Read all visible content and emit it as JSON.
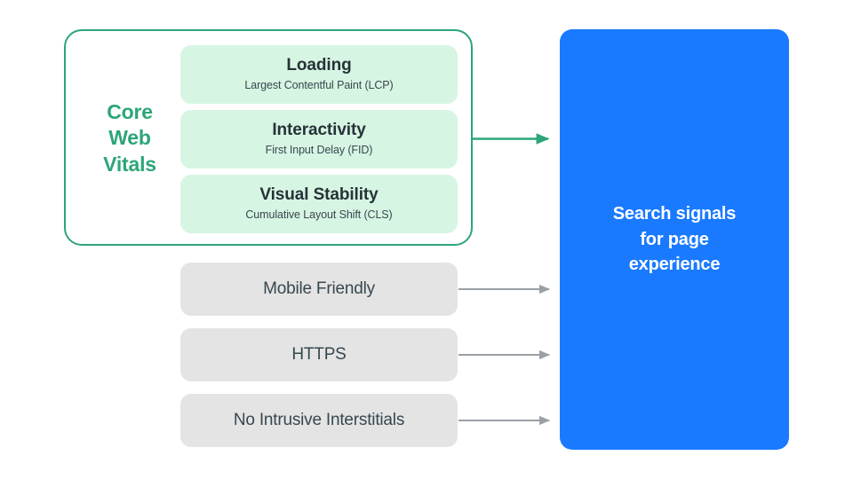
{
  "diagram": {
    "title": "Search signals for page experience",
    "colors": {
      "green_accent": "#2DA577",
      "green_card": "#D7F5E3",
      "gray_card": "#E4E4E4",
      "blue_panel": "#1A7AFF",
      "arrow_gray": "#9AA0A6",
      "text_dark": "#37474F",
      "text_white": "#FFFFFF"
    }
  },
  "core_web_vitals": {
    "group_label": "Core Web Vitals",
    "group_label_lines": [
      "Core",
      "Web",
      "Vitals"
    ],
    "cards": [
      {
        "title": "Loading",
        "subtitle": "Largest Contentful Paint (LCP)",
        "abbr": "LCP"
      },
      {
        "title": "Interactivity",
        "subtitle": "First Input Delay (FID)",
        "abbr": "FID"
      },
      {
        "title": "Visual Stability",
        "subtitle": "Cumulative Layout Shift (CLS)",
        "abbr": "CLS"
      }
    ]
  },
  "other_signals": [
    {
      "label": "Mobile Friendly"
    },
    {
      "label": "HTTPS"
    },
    {
      "label": "No Intrusive Interstitials"
    }
  ],
  "destination": {
    "label": "Search signals\nfor page\nexperience"
  },
  "arrows": [
    {
      "name": "core-web-vitals-arrow",
      "color": "#2DA577"
    },
    {
      "name": "mobile-friendly-arrow",
      "color": "#9AA0A6"
    },
    {
      "name": "https-arrow",
      "color": "#9AA0A6"
    },
    {
      "name": "no-intrusive-interstitials-arrow",
      "color": "#9AA0A6"
    }
  ]
}
